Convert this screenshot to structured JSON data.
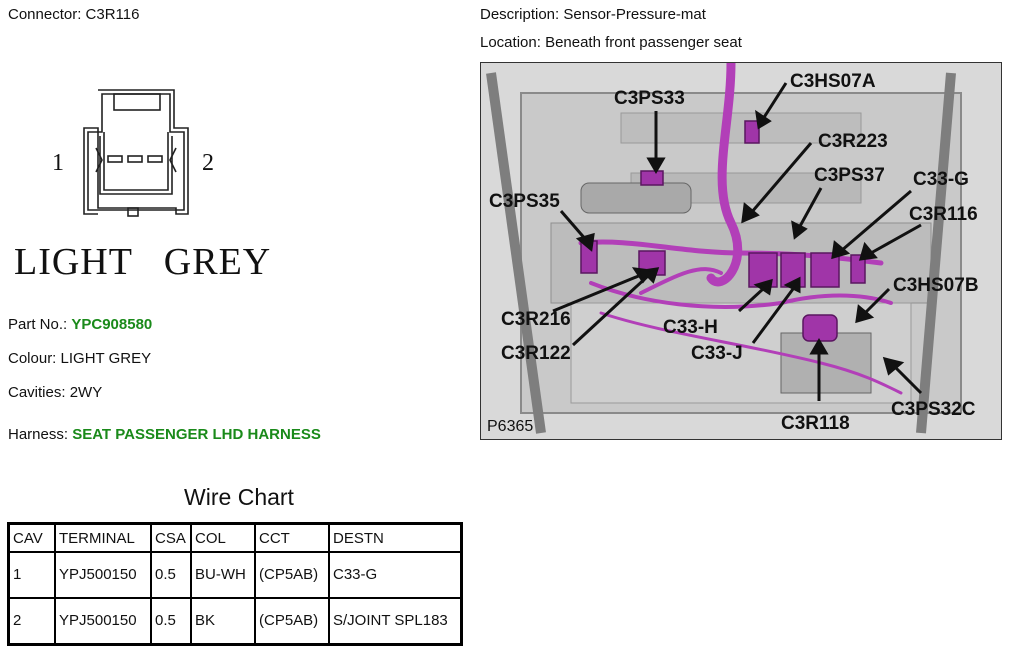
{
  "connector": {
    "label": "Connector:",
    "value": "C3R116",
    "pin_left": "1",
    "pin_right": "2",
    "colour_big": "LIGHT   GREY"
  },
  "info": {
    "part_label": "Part No.:",
    "part_value": "YPC908580",
    "colour_label": "Colour:",
    "colour_value": "LIGHT GREY",
    "cavities_label": "Cavities:",
    "cavities_value": "2WY",
    "harness_label": "Harness:",
    "harness_value": "SEAT PASSENGER LHD HARNESS"
  },
  "description": {
    "label": "Description:",
    "value": "Sensor-Pressure-mat"
  },
  "location": {
    "label": "Location:",
    "value": "Beneath front passenger seat"
  },
  "photo": {
    "image_id": "P6365",
    "callouts": [
      "C3PS33",
      "C3HS07A",
      "C3R223",
      "C3PS37",
      "C33-G",
      "C3PS35",
      "C3R116",
      "C3HS07B",
      "C3R216",
      "C33-H",
      "C3R122",
      "C33-J",
      "C3R118",
      "C3PS32C"
    ],
    "harness_color": "#b23fb8"
  },
  "wire_chart": {
    "title": "Wire Chart",
    "headers": [
      "CAV",
      "TERMINAL",
      "CSA",
      "COL",
      "CCT",
      "DESTN"
    ],
    "rows": [
      [
        "1",
        "YPJ500150",
        "0.5",
        "BU-WH",
        "(CP5AB)",
        "C33-G"
      ],
      [
        "2",
        "YPJ500150",
        "0.5",
        "BK",
        "(CP5AB)",
        "S/JOINT SPL183"
      ]
    ]
  }
}
